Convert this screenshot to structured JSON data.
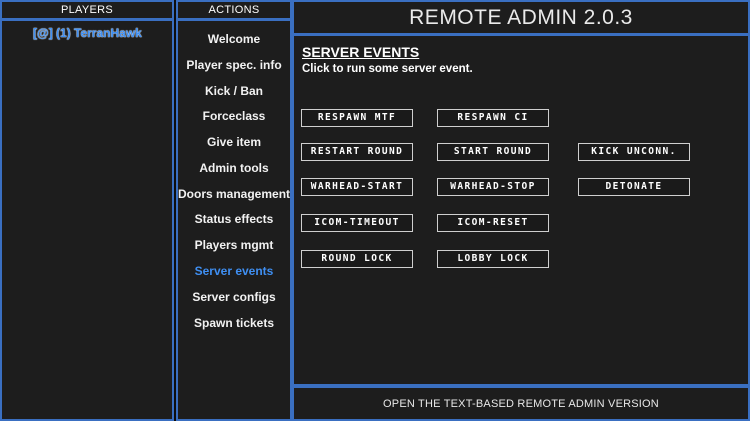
{
  "players": {
    "header": "PLAYERS",
    "entries": [
      {
        "label": "[@] (1) TerranHawk"
      }
    ]
  },
  "actions": {
    "header": "ACTIONS",
    "items": [
      {
        "label": "Welcome",
        "active": false
      },
      {
        "label": "Player spec. info",
        "active": false
      },
      {
        "label": "Kick / Ban",
        "active": false
      },
      {
        "label": "Forceclass",
        "active": false
      },
      {
        "label": "Give item",
        "active": false
      },
      {
        "label": "Admin tools",
        "active": false
      },
      {
        "label": "Doors management",
        "active": false
      },
      {
        "label": "Status effects",
        "active": false
      },
      {
        "label": "Players mgmt",
        "active": false
      },
      {
        "label": "Server events",
        "active": true
      },
      {
        "label": "Server configs",
        "active": false
      },
      {
        "label": "Spawn tickets",
        "active": false
      }
    ]
  },
  "title": "REMOTE ADMIN 2.0.3",
  "main": {
    "section_title": "SERVER EVENTS",
    "section_subtitle": "Click to run some server event.",
    "buttons": {
      "respawn_mtf": "RESPAWN MTF",
      "respawn_ci": "RESPAWN CI",
      "restart_round": "RESTART ROUND",
      "start_round": "START ROUND",
      "kick_unconn": "KICK UNCONN.",
      "warhead_start": "WARHEAD-START",
      "warhead_stop": "WARHEAD-STOP",
      "detonate": "DETONATE",
      "icom_timeout": "ICOM-TIMEOUT",
      "icom_reset": "ICOM-RESET",
      "round_lock": "ROUND LOCK",
      "lobby_lock": "LOBBY LOCK"
    }
  },
  "footer": "OPEN THE TEXT-BASED REMOTE ADMIN VERSION",
  "colors": {
    "accent": "#3a6fc1",
    "active_text": "#3f8ff2",
    "background": "#1d1d1d"
  }
}
